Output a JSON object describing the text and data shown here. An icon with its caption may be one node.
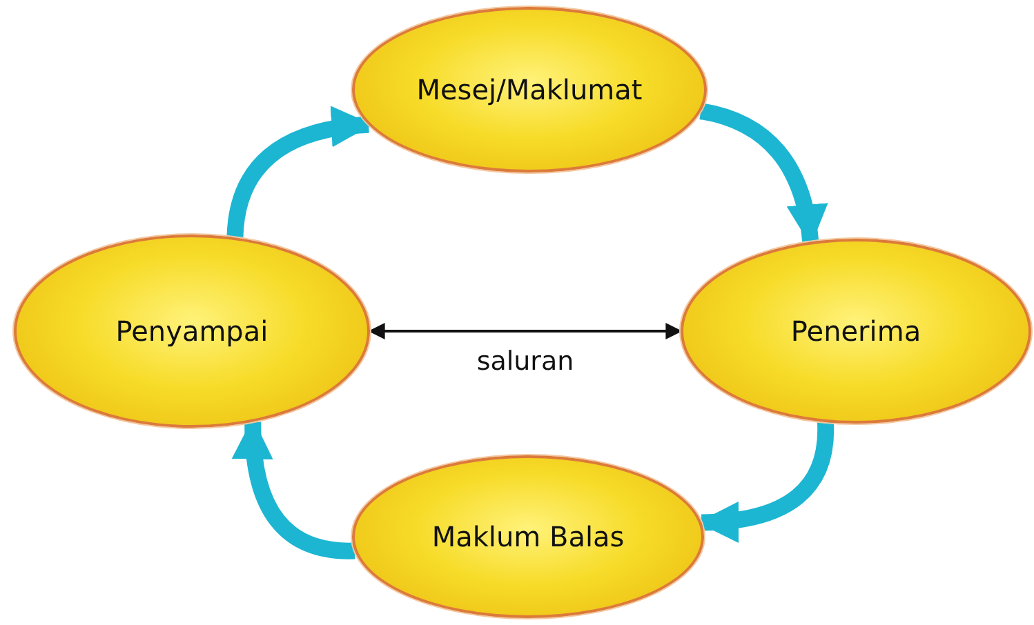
{
  "diagram": {
    "nodes": [
      {
        "text": [
          "Mesej/Maklumat"
        ]
      },
      {
        "text": [
          "Penyampai"
        ]
      },
      {
        "text": [
          "Penerima"
        ]
      },
      {
        "text": [
          "Maklum Balas"
        ]
      }
    ],
    "edges": [
      {
        "from": 1,
        "to": 0,
        "arrow": "to"
      },
      {
        "from": 0,
        "to": 2,
        "arrow": "to"
      },
      {
        "from": 2,
        "to": 3,
        "arrow": "to"
      },
      {
        "from": 3,
        "to": 1,
        "arrow": "to"
      },
      {
        "from": 1,
        "to": 2,
        "arrow": "both",
        "label": "saluran",
        "color": "#111111"
      }
    ]
  }
}
